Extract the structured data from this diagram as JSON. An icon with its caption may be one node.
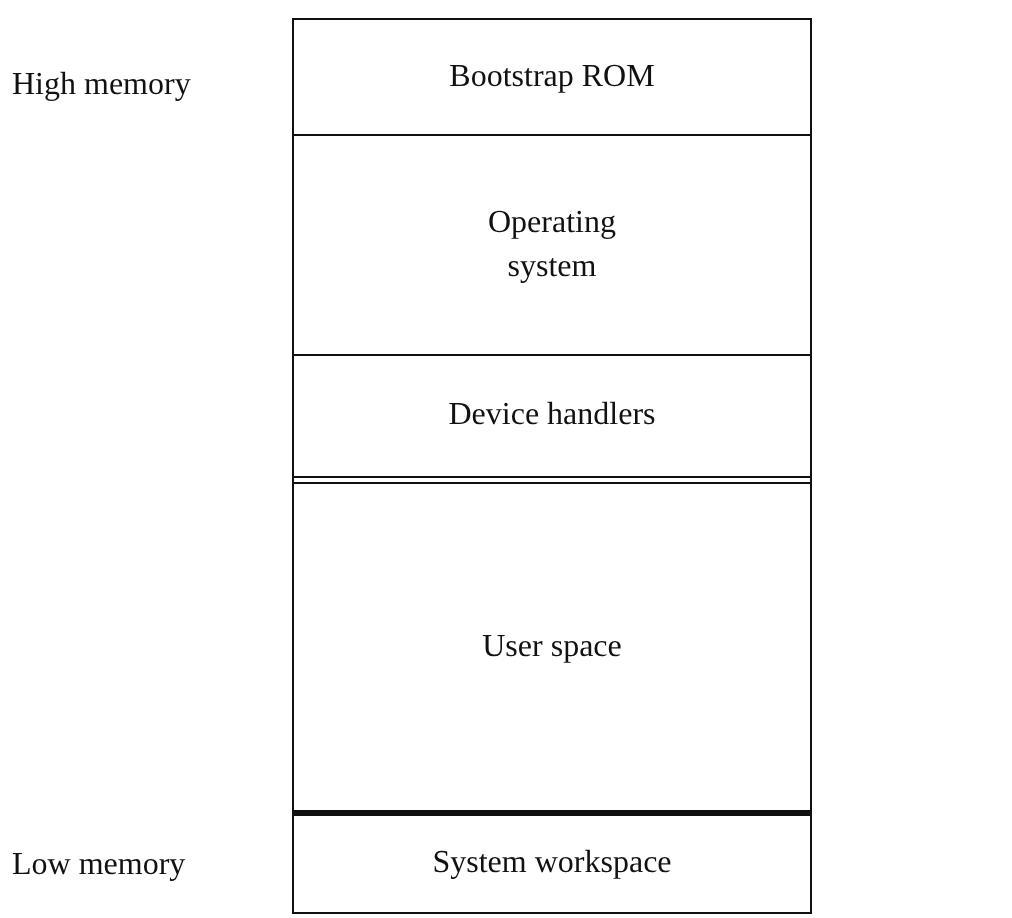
{
  "diagram": {
    "nodes": [
      {
        "text": [
          "Bootstrap ROM"
        ]
      },
      {
        "text": [
          "Operating system"
        ]
      },
      {
        "text": [
          "Device handlers"
        ]
      },
      {
        "text": [
          "User space"
        ]
      },
      {
        "text": [
          "System workspace"
        ]
      }
    ],
    "labels": [
      "High memory",
      "Low memory"
    ]
  }
}
